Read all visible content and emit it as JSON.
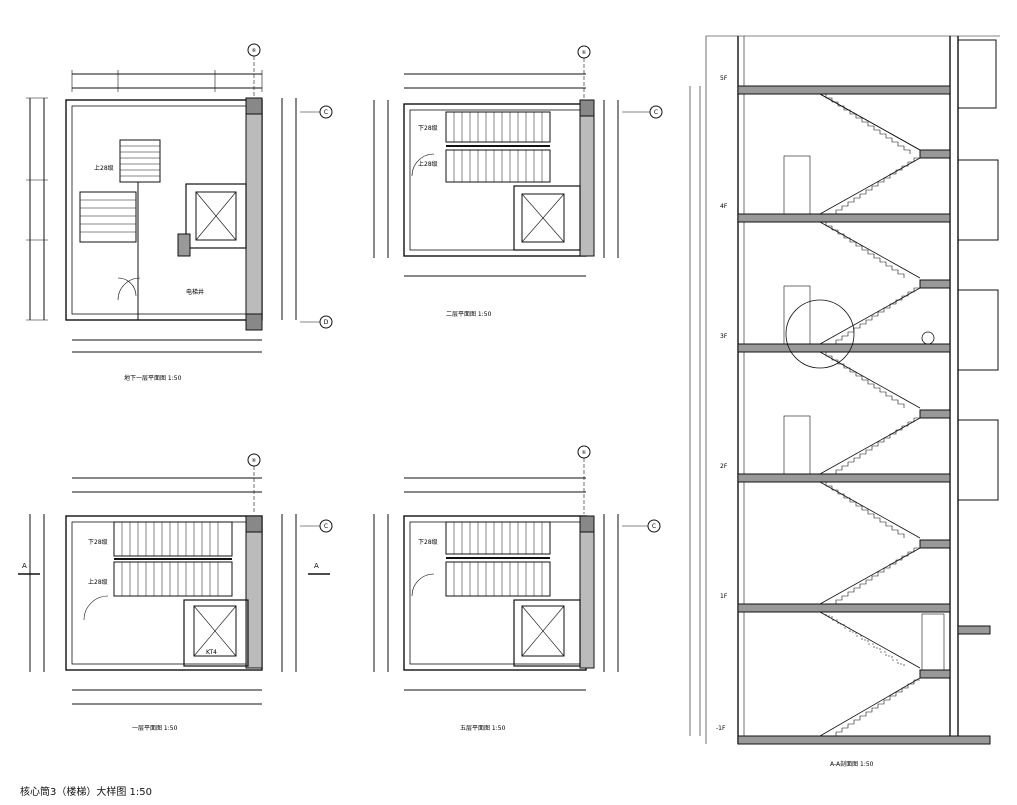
{
  "sheet_title": "核心筒3（楼梯）大样图 1:50",
  "plans": [
    {
      "caption": "地下一层平面图 1:50",
      "grid_top": "⑥",
      "grid_right_a": "C",
      "grid_right_b": "D"
    },
    {
      "caption": "二层平面图 1:50",
      "grid_top": "⑥",
      "grid_right_a": "C"
    },
    {
      "caption": "一层平面图 1:50",
      "grid_top": "⑥",
      "grid_right_a": "C",
      "section_mark": "A"
    },
    {
      "caption": "五层平面图 1:50",
      "grid_top": "⑥",
      "grid_right_a": "C"
    }
  ],
  "section": {
    "caption": "A-A剖面图 1:50",
    "floors": [
      "5F",
      "4F",
      "3F",
      "2F",
      "1F",
      "-1F"
    ]
  },
  "labels": {
    "stair_down": "下28级",
    "stair_up": "上28级",
    "elevator_room": "电梯井",
    "elevator_label": "KT4"
  }
}
